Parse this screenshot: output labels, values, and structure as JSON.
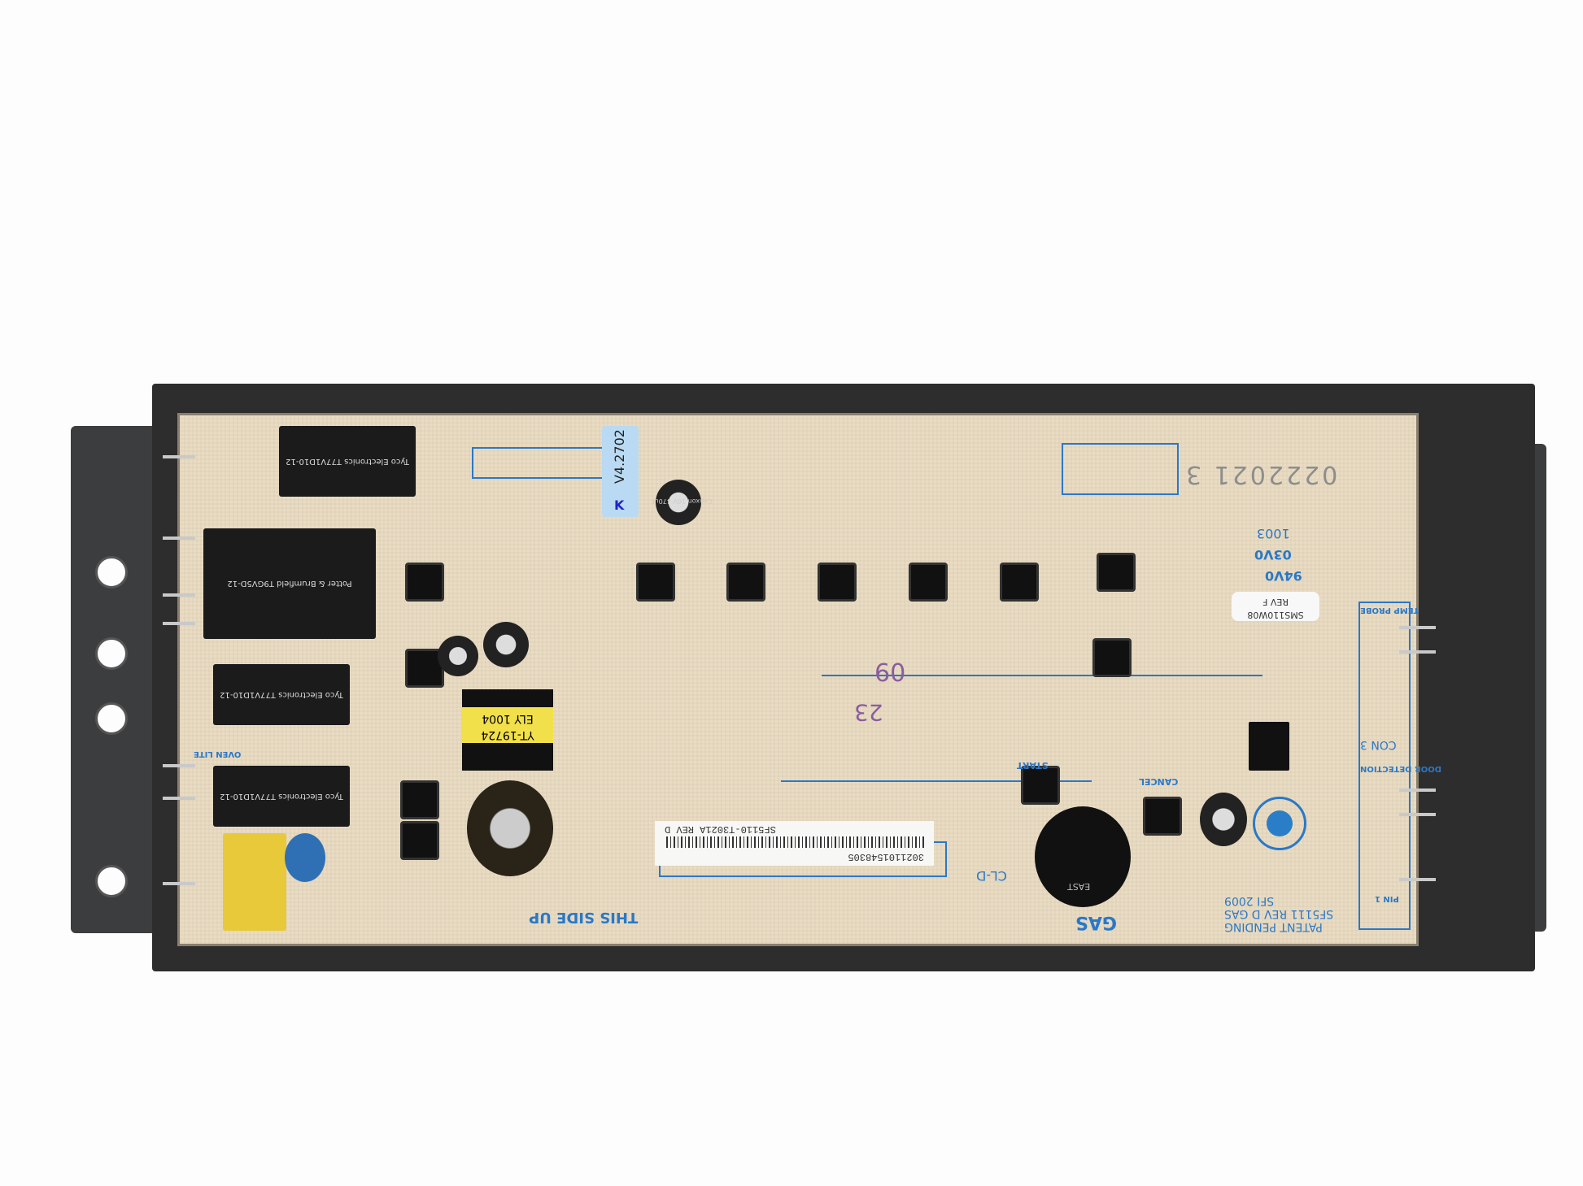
{
  "board": {
    "sticker_version": "V4.2702",
    "sticker_mark": "K",
    "date_code": "0222021 3",
    "rating_1": "94V0",
    "rating_2": "03V0",
    "rating_3": "1003",
    "part_label_line1": "SMS110W08",
    "part_label_line2": "REV F",
    "barcode_line1": "SF5110-T3021A REV D",
    "barcode_line2": "3021101548305",
    "transformer_label_line1": "YT-19724",
    "transformer_label_line2": "ELY 1004",
    "this_side_up": "THIS SIDE UP",
    "gas": "GAS",
    "copyright_line1": "SFI 2009",
    "copyright_line2": "SF5111 REV D GAS",
    "copyright_line3": "PATENT PENDING",
    "con3": "CON 3",
    "door_detection": "DOOR DETECTION",
    "temp_probe": "TEMP PROBE",
    "oven_lite": "OVEN LITE",
    "start": "START",
    "cancel": "CANCEL",
    "pin1": "PIN 1",
    "cl_d": "CL-D",
    "stamp_1": "09",
    "stamp_2": "23",
    "buzzer_text": "EAST",
    "relay_text": "Tyco Electronics T77V1D10-12",
    "relay_big_text": "Potter & Brumfield T9GV5D-12",
    "cap_text": "Capxon 16V 470uF"
  }
}
